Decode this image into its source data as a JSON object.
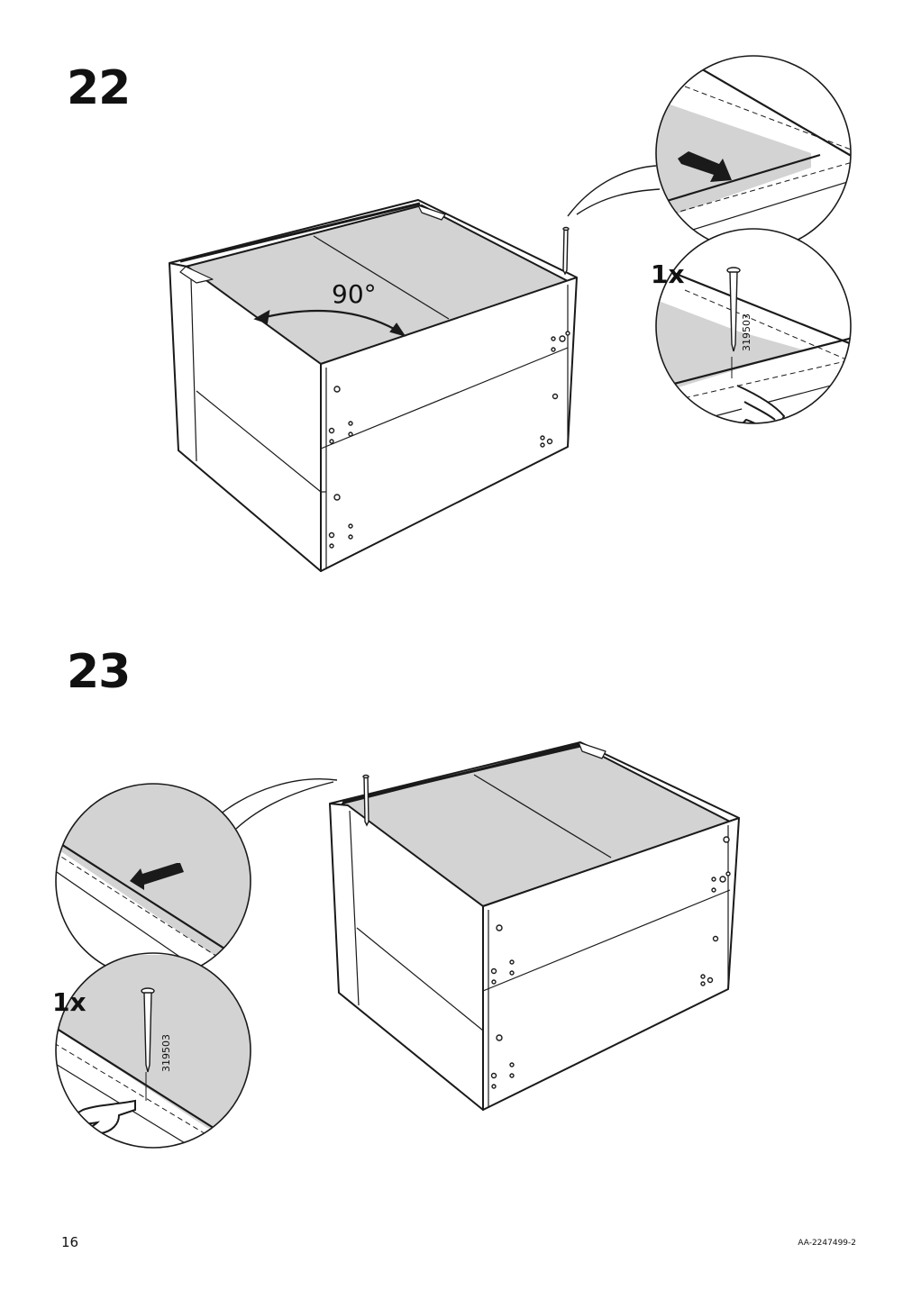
{
  "steps": [
    {
      "number": "22",
      "angle_label": "90°",
      "quantity": "1x",
      "part_number": "319503"
    },
    {
      "number": "23",
      "quantity": "1x",
      "part_number": "319503"
    }
  ],
  "footer": {
    "page_number": "16",
    "doc_code": "AA-2247499-2"
  },
  "colors": {
    "panel_fill": "#d3d3d3",
    "line": "#1a1a1a"
  }
}
